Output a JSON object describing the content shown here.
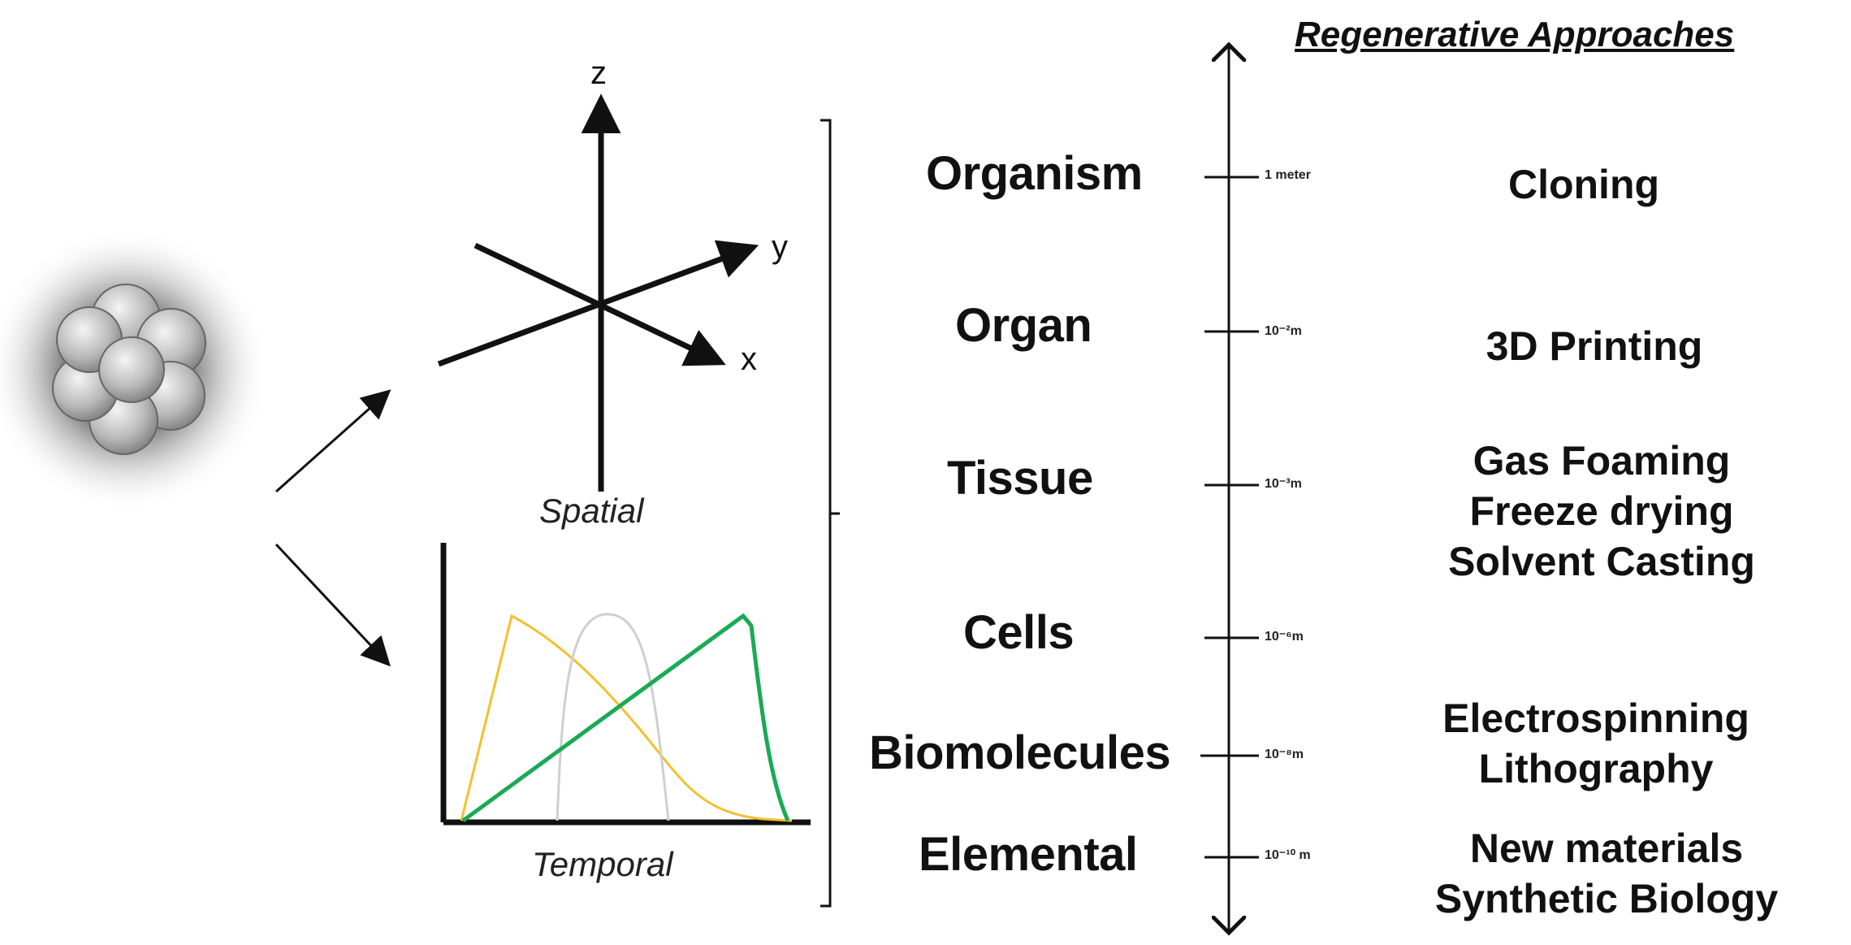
{
  "heading": "Regenerative Approaches",
  "axes": {
    "z": "z",
    "y": "y",
    "x": "x"
  },
  "captions": {
    "spatial": "Spatial",
    "temporal": "Temporal"
  },
  "scale": [
    {
      "level": "Organism",
      "tick": "1 meter",
      "approaches": [
        "Cloning"
      ]
    },
    {
      "level": "Organ",
      "tick": "10⁻²m",
      "approaches": [
        "3D Printing"
      ]
    },
    {
      "level": "Tissue",
      "tick": "10⁻³m",
      "approaches": [
        "Gas Foaming",
        "Freeze drying",
        "Solvent Casting"
      ]
    },
    {
      "level": "Cells",
      "tick": "10⁻⁶m",
      "approaches": []
    },
    {
      "level": "Biomolecules",
      "tick": "10⁻⁸m",
      "approaches": [
        "Electrospinning",
        "Lithography"
      ]
    },
    {
      "level": "Elemental",
      "tick": "10⁻¹⁰ m",
      "approaches": [
        "New materials",
        "Synthetic Biology"
      ]
    }
  ],
  "colors": {
    "line": "#111111",
    "curve_yellow": "#f2c12e",
    "curve_gray": "#cfcfcf",
    "curve_green": "#1aaa55",
    "embryo_glow": "#5a5a5a"
  }
}
